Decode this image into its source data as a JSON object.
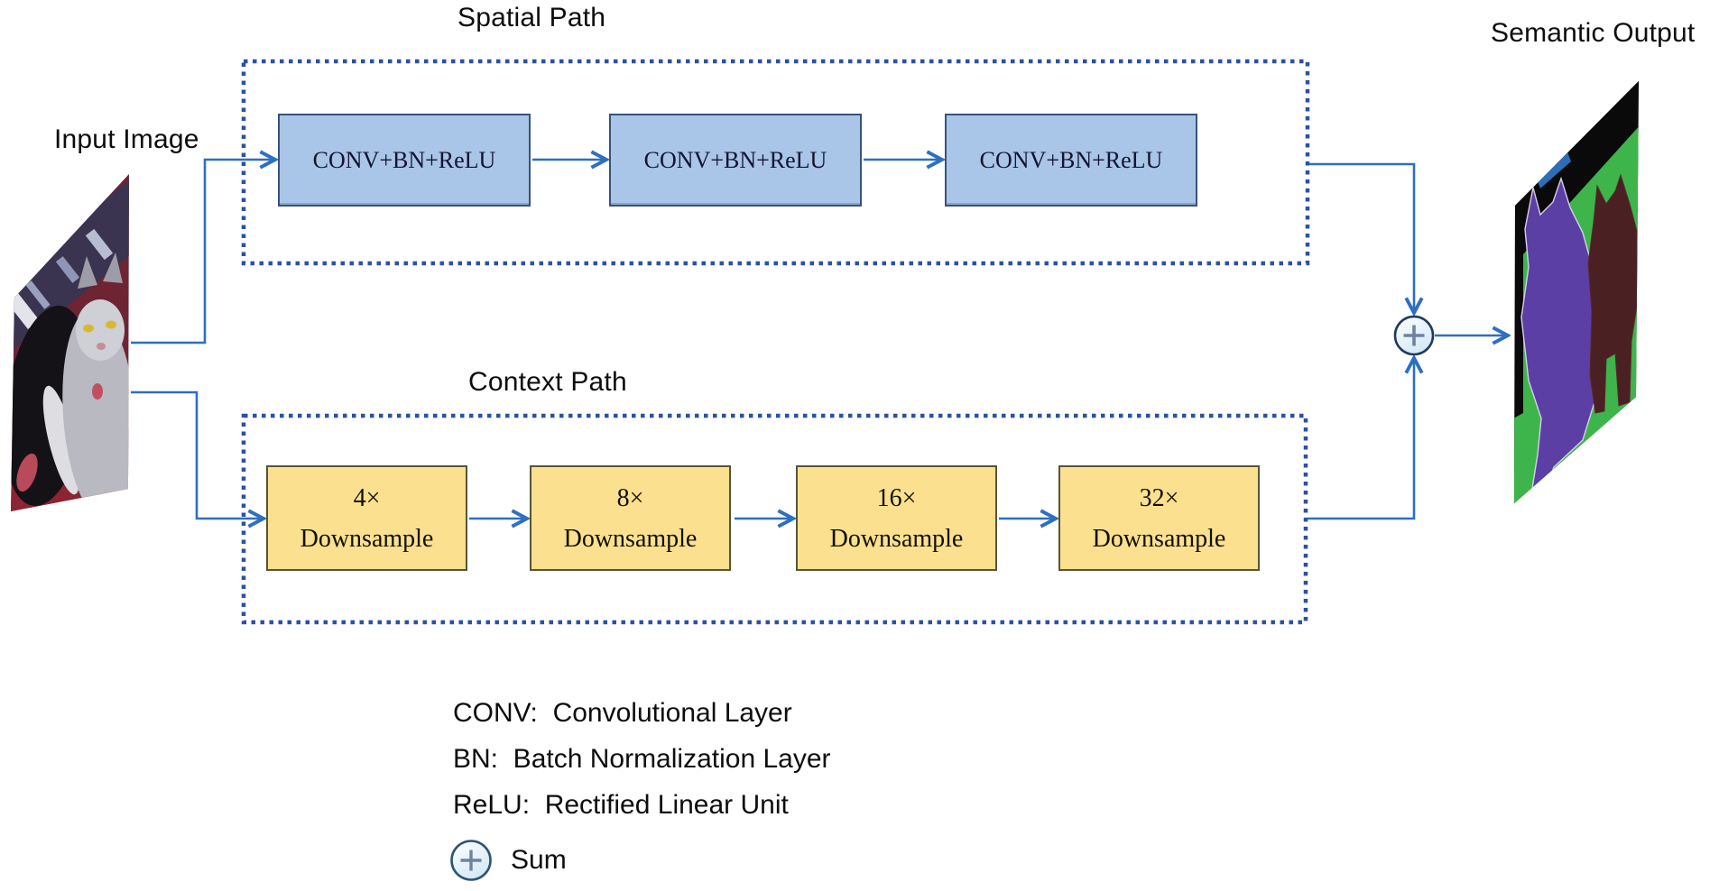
{
  "titles": {
    "input_image": "Input Image",
    "spatial_path": "Spatial Path",
    "context_path": "Context Path",
    "semantic_output": "Semantic Output"
  },
  "spatial": {
    "boxes": [
      "CONV+BN+ReLU",
      "CONV+BN+ReLU",
      "CONV+BN+ReLU"
    ]
  },
  "context": {
    "boxes": [
      {
        "factor": "4×",
        "label": "Downsample"
      },
      {
        "factor": "8×",
        "label": "Downsample"
      },
      {
        "factor": "16×",
        "label": "Downsample"
      },
      {
        "factor": "32×",
        "label": "Downsample"
      }
    ]
  },
  "legend": {
    "items": [
      "CONV:  Convolutional Layer",
      "BN:  Batch Normalization Layer",
      "ReLU:  Rectified Linear Unit"
    ],
    "sum_label": "Sum"
  },
  "colors": {
    "wire_blue": "#2e6fc0",
    "dotted_border_navy": "#2a51a3",
    "conv_box_fill": "#a9c5e8",
    "conv_box_border": "#35547a",
    "downsample_box_fill": "#fbe08f",
    "downsample_box_border": "#55553a",
    "sum_node_fill": "#e8f1fa",
    "sum_node_border": "#1e3a5f",
    "output_green": "#3db54a",
    "output_purple": "#5b3fa5",
    "output_maroon": "#4a2023",
    "output_blue_patch": "#2e6db8",
    "output_black": "#0a0a0a",
    "input_backdrop_maroon": "#6e2433"
  }
}
